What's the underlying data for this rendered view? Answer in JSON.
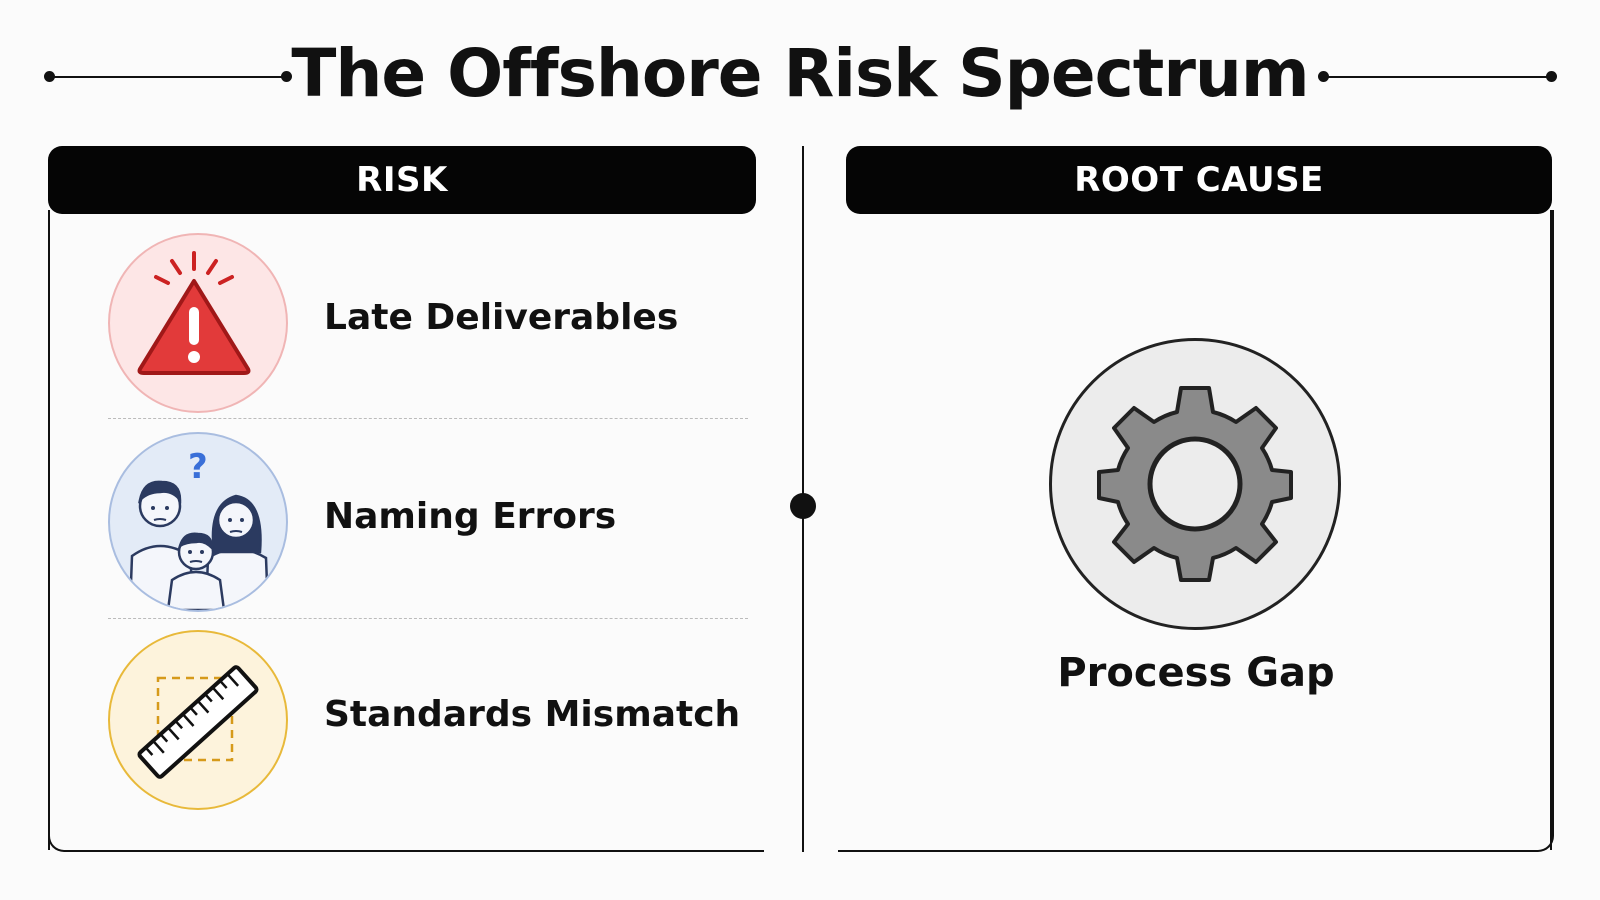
{
  "title": "The Offshore Risk Spectrum",
  "columns": {
    "risk_header": "RISK",
    "root_header": "ROOT CAUSE"
  },
  "risks": [
    {
      "label": "Late Deliverables",
      "icon": "warning-triangle-icon",
      "color": "#e23a3a",
      "bg": "#fde6e6"
    },
    {
      "label": "Naming Errors",
      "icon": "confused-family-icon",
      "color": "#3a6fd8",
      "bg": "#e3ebf7"
    },
    {
      "label": "Standards Mismatch",
      "icon": "ruler-icon",
      "color": "#e8b93a",
      "bg": "#fdf3dc"
    }
  ],
  "root_cause": {
    "label": "Process Gap",
    "icon": "gear-icon"
  }
}
